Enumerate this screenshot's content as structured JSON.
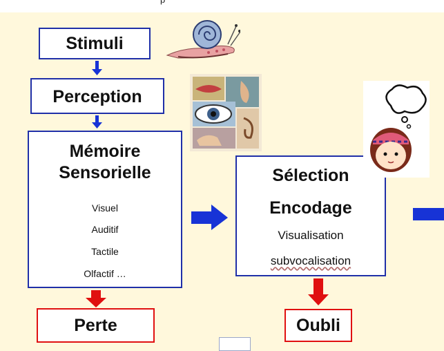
{
  "top_clip_text": "p",
  "boxes": {
    "stimuli": "Stimuli",
    "perception": "Perception",
    "memoire_title_1": "Mémoire",
    "memoire_title_2": "Sensorielle",
    "memoire_items": [
      "Visuel",
      "Auditif",
      "Tactile",
      "Olfactif …"
    ],
    "perte": "Perte",
    "selection_title_1": "Sélection",
    "selection_title_2": "Encodage",
    "selection_sub_1": "Visualisation",
    "selection_sub_2": "subvocalisation",
    "oubli": "Oubli"
  },
  "colors": {
    "background": "#fff8dc",
    "box_border_blue": "#1f2fa8",
    "box_border_red": "#e01010",
    "arrow_blue": "#1733d6",
    "arrow_red": "#e01010"
  },
  "icons": [
    "snail-icon",
    "senses-collage-icon",
    "thinking-girl-icon"
  ]
}
